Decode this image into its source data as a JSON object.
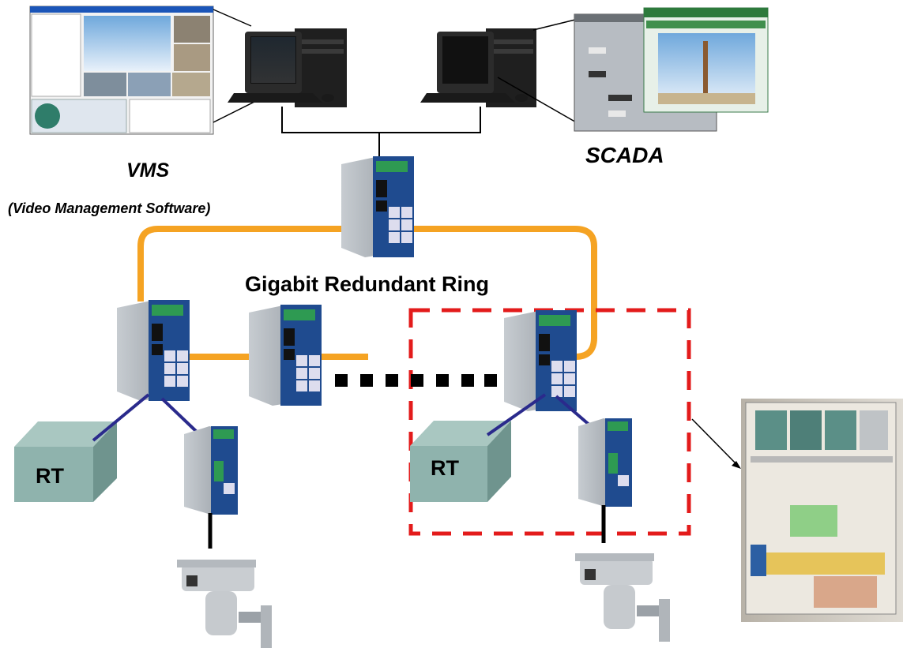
{
  "labels": {
    "vms": "VMS",
    "vms_sub": "(Video Management Software)",
    "scada": "SCADA",
    "ring": "Gigabit Redundant Ring",
    "rt_left": "RT",
    "rt_right": "RT"
  },
  "colors": {
    "ring": "#f5a323",
    "dashed_box": "#e31b1b",
    "link_blue": "#2a2a8c",
    "rt_box": "#8fb3ad",
    "switch_body": "#9aa3ab",
    "switch_panel": "#1f4b8f"
  },
  "icons": [
    "vms-screenshot",
    "computer-icon",
    "scada-screenshot",
    "video-encoder-screenshot",
    "ethernet-switch-icon",
    "video-server-icon",
    "ip-camera-icon",
    "cabinet-photo"
  ]
}
